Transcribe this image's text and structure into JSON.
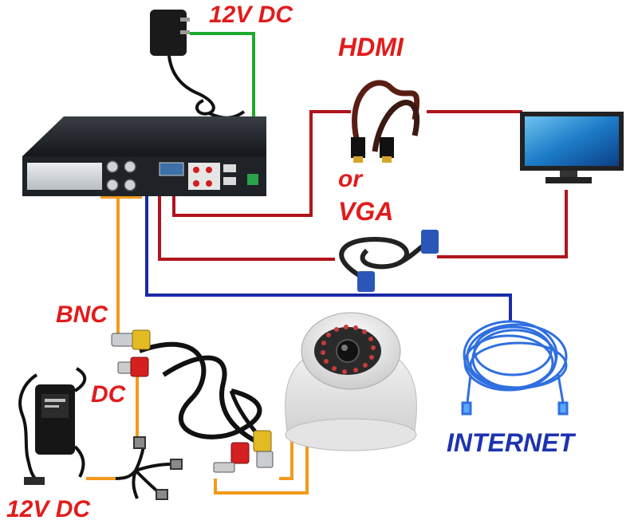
{
  "labels": {
    "power_top": "12V DC",
    "hdmi": "HDMI",
    "or": "or",
    "vga": "VGA",
    "bnc": "BNC",
    "dc": "DC",
    "power_bottom": "12V DC",
    "internet": "INTERNET"
  },
  "colors": {
    "power_wire": "#1eaa2c",
    "video_wire": "#b0141c",
    "network_wire": "#1a2aa8",
    "camera_wire": "#f29a1c",
    "label_red": "#e21b1b",
    "label_blue": "#1e33b0"
  }
}
